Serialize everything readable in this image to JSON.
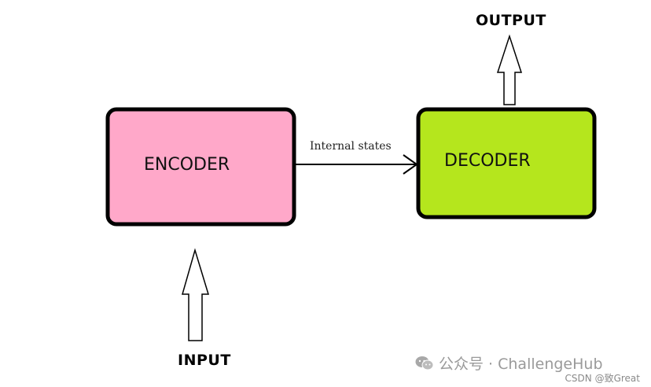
{
  "diagram": {
    "encoder_label": "ENCODER",
    "decoder_label": "DECODER",
    "input_label": "INPUT",
    "output_label": "OUTPUT",
    "edge_label": "Internal states",
    "colors": {
      "encoder_fill": "#ffa8c9",
      "decoder_fill": "#b5e61d",
      "border": "#000000"
    }
  },
  "watermark": {
    "text": "公众号 · ChallengeHub",
    "icon": "wechat-icon"
  },
  "footer": {
    "credit": "CSDN @致Great"
  }
}
